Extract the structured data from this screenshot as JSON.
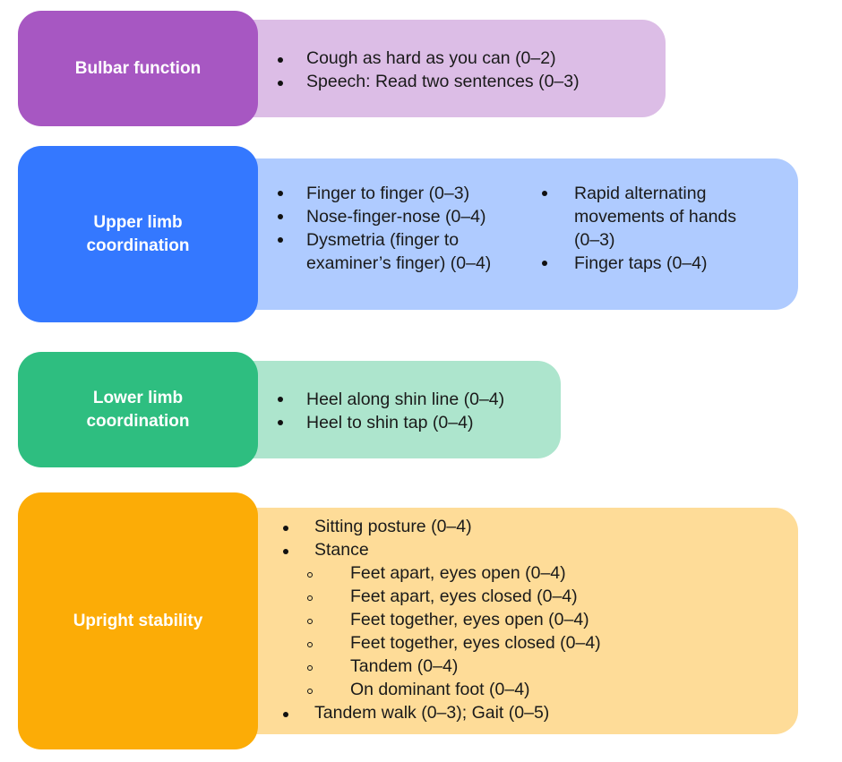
{
  "groups": [
    {
      "title": "Bulbar function",
      "colors": {
        "header": "#A757C2",
        "body": "#DCBDE6"
      },
      "items": [
        "Cough as hard as you can (0–2)",
        "Speech: Read two sentences (0–3)"
      ]
    },
    {
      "title_lines": [
        "Upper limb",
        "coordination"
      ],
      "colors": {
        "header": "#3478FF",
        "body": "#AFCBFF"
      },
      "column1": [
        "Finger to finger (0–3)",
        "Nose-finger-nose (0–4)",
        {
          "lines": [
            "Dysmetria (finger to",
            "examiner’s finger) (0–4)"
          ]
        }
      ],
      "column2": [
        {
          "lines": [
            "Rapid alternating",
            "movements of hands",
            "(0–3)"
          ]
        },
        "Finger taps (0–4)"
      ]
    },
    {
      "title_lines": [
        "Lower limb",
        "coordination"
      ],
      "colors": {
        "header": "#2EBE80",
        "body": "#ADE5CD"
      },
      "items": [
        "Heel along shin line (0–4)",
        "Heel to shin tap (0–4)"
      ]
    },
    {
      "title": "Upright stability",
      "colors": {
        "header": "#FCAC06",
        "body": "#FEDC98"
      },
      "items": [
        {
          "text": "Sitting posture (0–4)",
          "level": 1
        },
        {
          "text": "Stance",
          "level": 1
        },
        {
          "text": "Feet apart, eyes open (0–4)",
          "level": 2
        },
        {
          "text": "Feet apart, eyes closed (0–4)",
          "level": 2
        },
        {
          "text": "Feet together, eyes open (0–4)",
          "level": 2
        },
        {
          "text": "Feet together, eyes closed (0–4)",
          "level": 2
        },
        {
          "text": "Tandem (0–4)",
          "level": 2
        },
        {
          "text": "On dominant foot (0–4)",
          "level": 2
        },
        {
          "text": "Tandem walk (0–3); Gait (0–5)",
          "level": 1
        }
      ]
    }
  ]
}
